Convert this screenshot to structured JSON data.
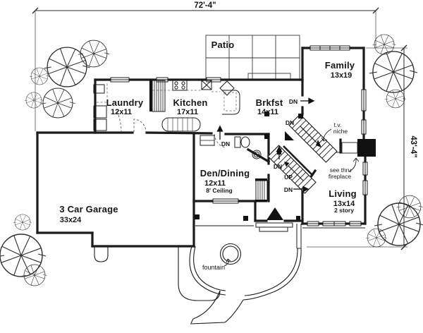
{
  "drawing": {
    "dimensions": {
      "top": "72'-4\"",
      "right": "43'-4\""
    },
    "rooms": {
      "patio": {
        "name": "Patio"
      },
      "laundry": {
        "name": "Laundry",
        "size": "12x11"
      },
      "kitchen": {
        "name": "Kitchen",
        "size": "17x11"
      },
      "brkfst": {
        "name": "Brkfst",
        "size": "14x11"
      },
      "family": {
        "name": "Family",
        "size": "13x19"
      },
      "den": {
        "name": "Den/Dining",
        "size": "12x11",
        "note": "8' Ceiling"
      },
      "living": {
        "name": "Living",
        "size": "13x14",
        "note": "2 story"
      },
      "garage": {
        "name": "3 Car Garage",
        "size": "33x24"
      }
    },
    "labels": {
      "dn": "DN",
      "up": "UP",
      "tv1": "t.v.",
      "tv2": "niche",
      "fp1": "see thru",
      "fp2": "fireplace",
      "fountain": "fountain"
    },
    "colors": {
      "ink": "#1b1b1b",
      "paper": "#ffffff"
    }
  }
}
